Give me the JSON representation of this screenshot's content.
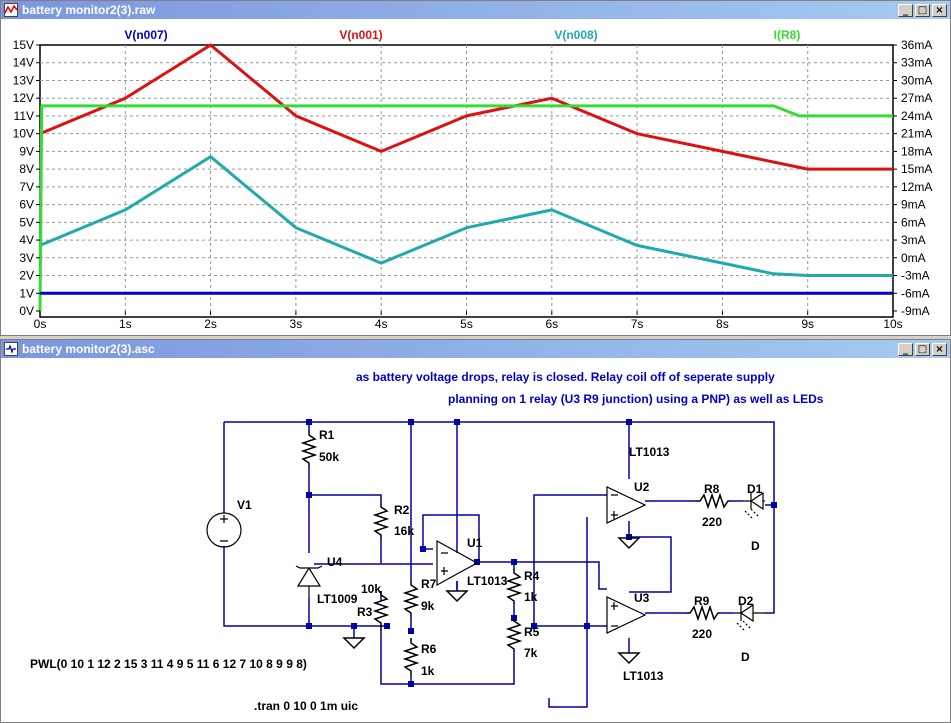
{
  "plot_window": {
    "title": "battery monitor2(3).raw",
    "buttons": {
      "minimize": "_",
      "maximize": "□",
      "close": "×"
    }
  },
  "schematic_window": {
    "title": "battery monitor2(3).asc",
    "buttons": {
      "minimize": "_",
      "maximize": "□",
      "close": "×"
    }
  },
  "colors": {
    "v_n007": "#0000cc",
    "v_n001": "#dd1111",
    "v_n008": "#22aaaa",
    "i_r8": "#33dd33",
    "wire": "#0000aa",
    "comment": "#0000cc"
  },
  "chart_data": {
    "type": "line",
    "x_unit": "s",
    "xlim": [
      0,
      10
    ],
    "x_ticks": [
      "0s",
      "1s",
      "2s",
      "3s",
      "4s",
      "5s",
      "6s",
      "7s",
      "8s",
      "9s",
      "10s"
    ],
    "left_axis": {
      "ylim": [
        0,
        15
      ],
      "ticks": [
        "15V",
        "14V",
        "13V",
        "12V",
        "11V",
        "10V",
        "9V",
        "8V",
        "7V",
        "6V",
        "5V",
        "4V",
        "3V",
        "2V",
        "1V",
        "0V"
      ]
    },
    "right_axis": {
      "ylim": [
        -9,
        36
      ],
      "ticks": [
        "36mA",
        "33mA",
        "30mA",
        "27mA",
        "24mA",
        "21mA",
        "18mA",
        "15mA",
        "12mA",
        "9mA",
        "6mA",
        "3mA",
        "0mA",
        "-3mA",
        "-6mA",
        "-9mA"
      ]
    },
    "grid": true,
    "legend_placement": "top",
    "series": [
      {
        "name": "V(n007)",
        "axis": "left",
        "x": [
          0,
          10
        ],
        "y": [
          1,
          1
        ]
      },
      {
        "name": "V(n001)",
        "axis": "left",
        "x": [
          0,
          1,
          2,
          3,
          4,
          5,
          6,
          7,
          8,
          9,
          10
        ],
        "y": [
          10,
          12,
          15,
          11,
          9,
          11,
          12,
          10,
          9,
          8,
          8
        ]
      },
      {
        "name": "V(n008)",
        "axis": "left",
        "x": [
          0,
          1,
          2,
          3,
          4,
          5,
          6,
          7,
          8,
          8.6,
          9,
          10
        ],
        "y": [
          3.7,
          5.7,
          8.7,
          4.7,
          2.7,
          4.7,
          5.7,
          3.7,
          2.7,
          2.1,
          2.0,
          2.0
        ]
      },
      {
        "name": "I(R8)",
        "axis": "right",
        "x": [
          0,
          0,
          0.02,
          8.6,
          8.9,
          10
        ],
        "y": [
          -9,
          -9,
          25.7,
          25.7,
          24.0,
          24.0
        ]
      }
    ]
  },
  "schematic": {
    "comment_line_1": "as battery voltage drops, relay is closed. Relay coil off of seperate supply",
    "comment_line_2": "planning on 1 relay (U3 R9 junction) using a PNP) as well as LEDs",
    "pwl_directive": "PWL(0 10 1 12 2 15 3 11 4 9 5 11 6 12 7 10 8 9 9 8)",
    "tran_directive": ".tran 0 10 0 1m uic",
    "components": {
      "V1": "V1",
      "R1": "R1",
      "R1_value": "50k",
      "R2": "R2",
      "R2_value": "16k",
      "R3": "R3",
      "R3_value": "10k",
      "R4": "R4",
      "R4_value": "1k",
      "R5": "R5",
      "R5_value": "7k",
      "R6": "R6",
      "R6_value": "1k",
      "R7": "R7",
      "R7_value": "9k",
      "R8": "R8",
      "R8_value": "220",
      "R9": "R9",
      "R9_value": "220",
      "U1": "U1",
      "U1_part": "LT1013",
      "U2": "U2",
      "U2_part": "LT1013",
      "U3": "U3",
      "U3_part": "LT1013",
      "U4": "U4",
      "U4_part": "LT1009",
      "D1": "D1",
      "D1_model": "D",
      "D2": "D2",
      "D2_model": "D"
    }
  }
}
